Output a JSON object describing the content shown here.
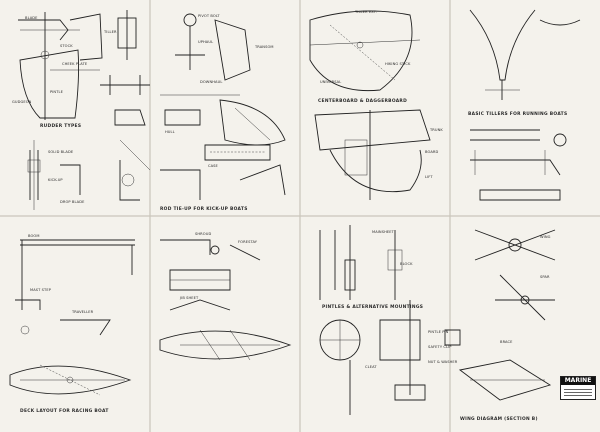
{
  "sheet": {
    "logo_text": "MARINE",
    "captions": {
      "rudder_types": "RUDDER TYPES",
      "tiller_hookup": "ROD TIE-UP FOR KICK-UP BOATS",
      "gudgeon_types": "BASIC TILLERS FOR RUNNING BOATS",
      "deck_layout": "DECK LAYOUT FOR RACING BOAT",
      "pintles": "PINTLES & ALTERNATIVE MOUNTINGS",
      "wing_detail": "WING DIAGRAM (SECTION B)",
      "centerboard": "CENTERBOARD & DAGGERBOARD"
    },
    "labels": {
      "a1": "BLADE",
      "a2": "STOCK",
      "a3": "CHEEK PLATE",
      "a4": "TILLER",
      "a5": "PINTLE",
      "a6": "GUDGEON",
      "b1": "SOLID BLADE",
      "b2": "KICK-UP",
      "b3": "DROP BLADE",
      "c1": "PIVOT BOLT",
      "c2": "UPHAUL",
      "c3": "DOWNHAUL",
      "d1": "TRANSOM",
      "d2": "HULL",
      "d3": "CASE",
      "e1": "TILLER EXT.",
      "e2": "HIKING STICK",
      "e3": "UNIVERSAL",
      "f1": "BOOM",
      "f2": "MAST STEP",
      "f3": "TRAVELLER",
      "g1": "SHROUD",
      "g2": "FORESTAY",
      "g3": "JIB SHEET",
      "h1": "MAINSHEET",
      "h2": "BLOCK",
      "h3": "CLEAT",
      "i1": "PINTLE PIN",
      "i2": "SAFETY CLIP",
      "i3": "NUT & WASHER",
      "j1": "TRUNK",
      "j2": "BOARD",
      "j3": "LIFT",
      "k1": "WING",
      "k2": "SPAR",
      "k3": "BRACE"
    }
  }
}
